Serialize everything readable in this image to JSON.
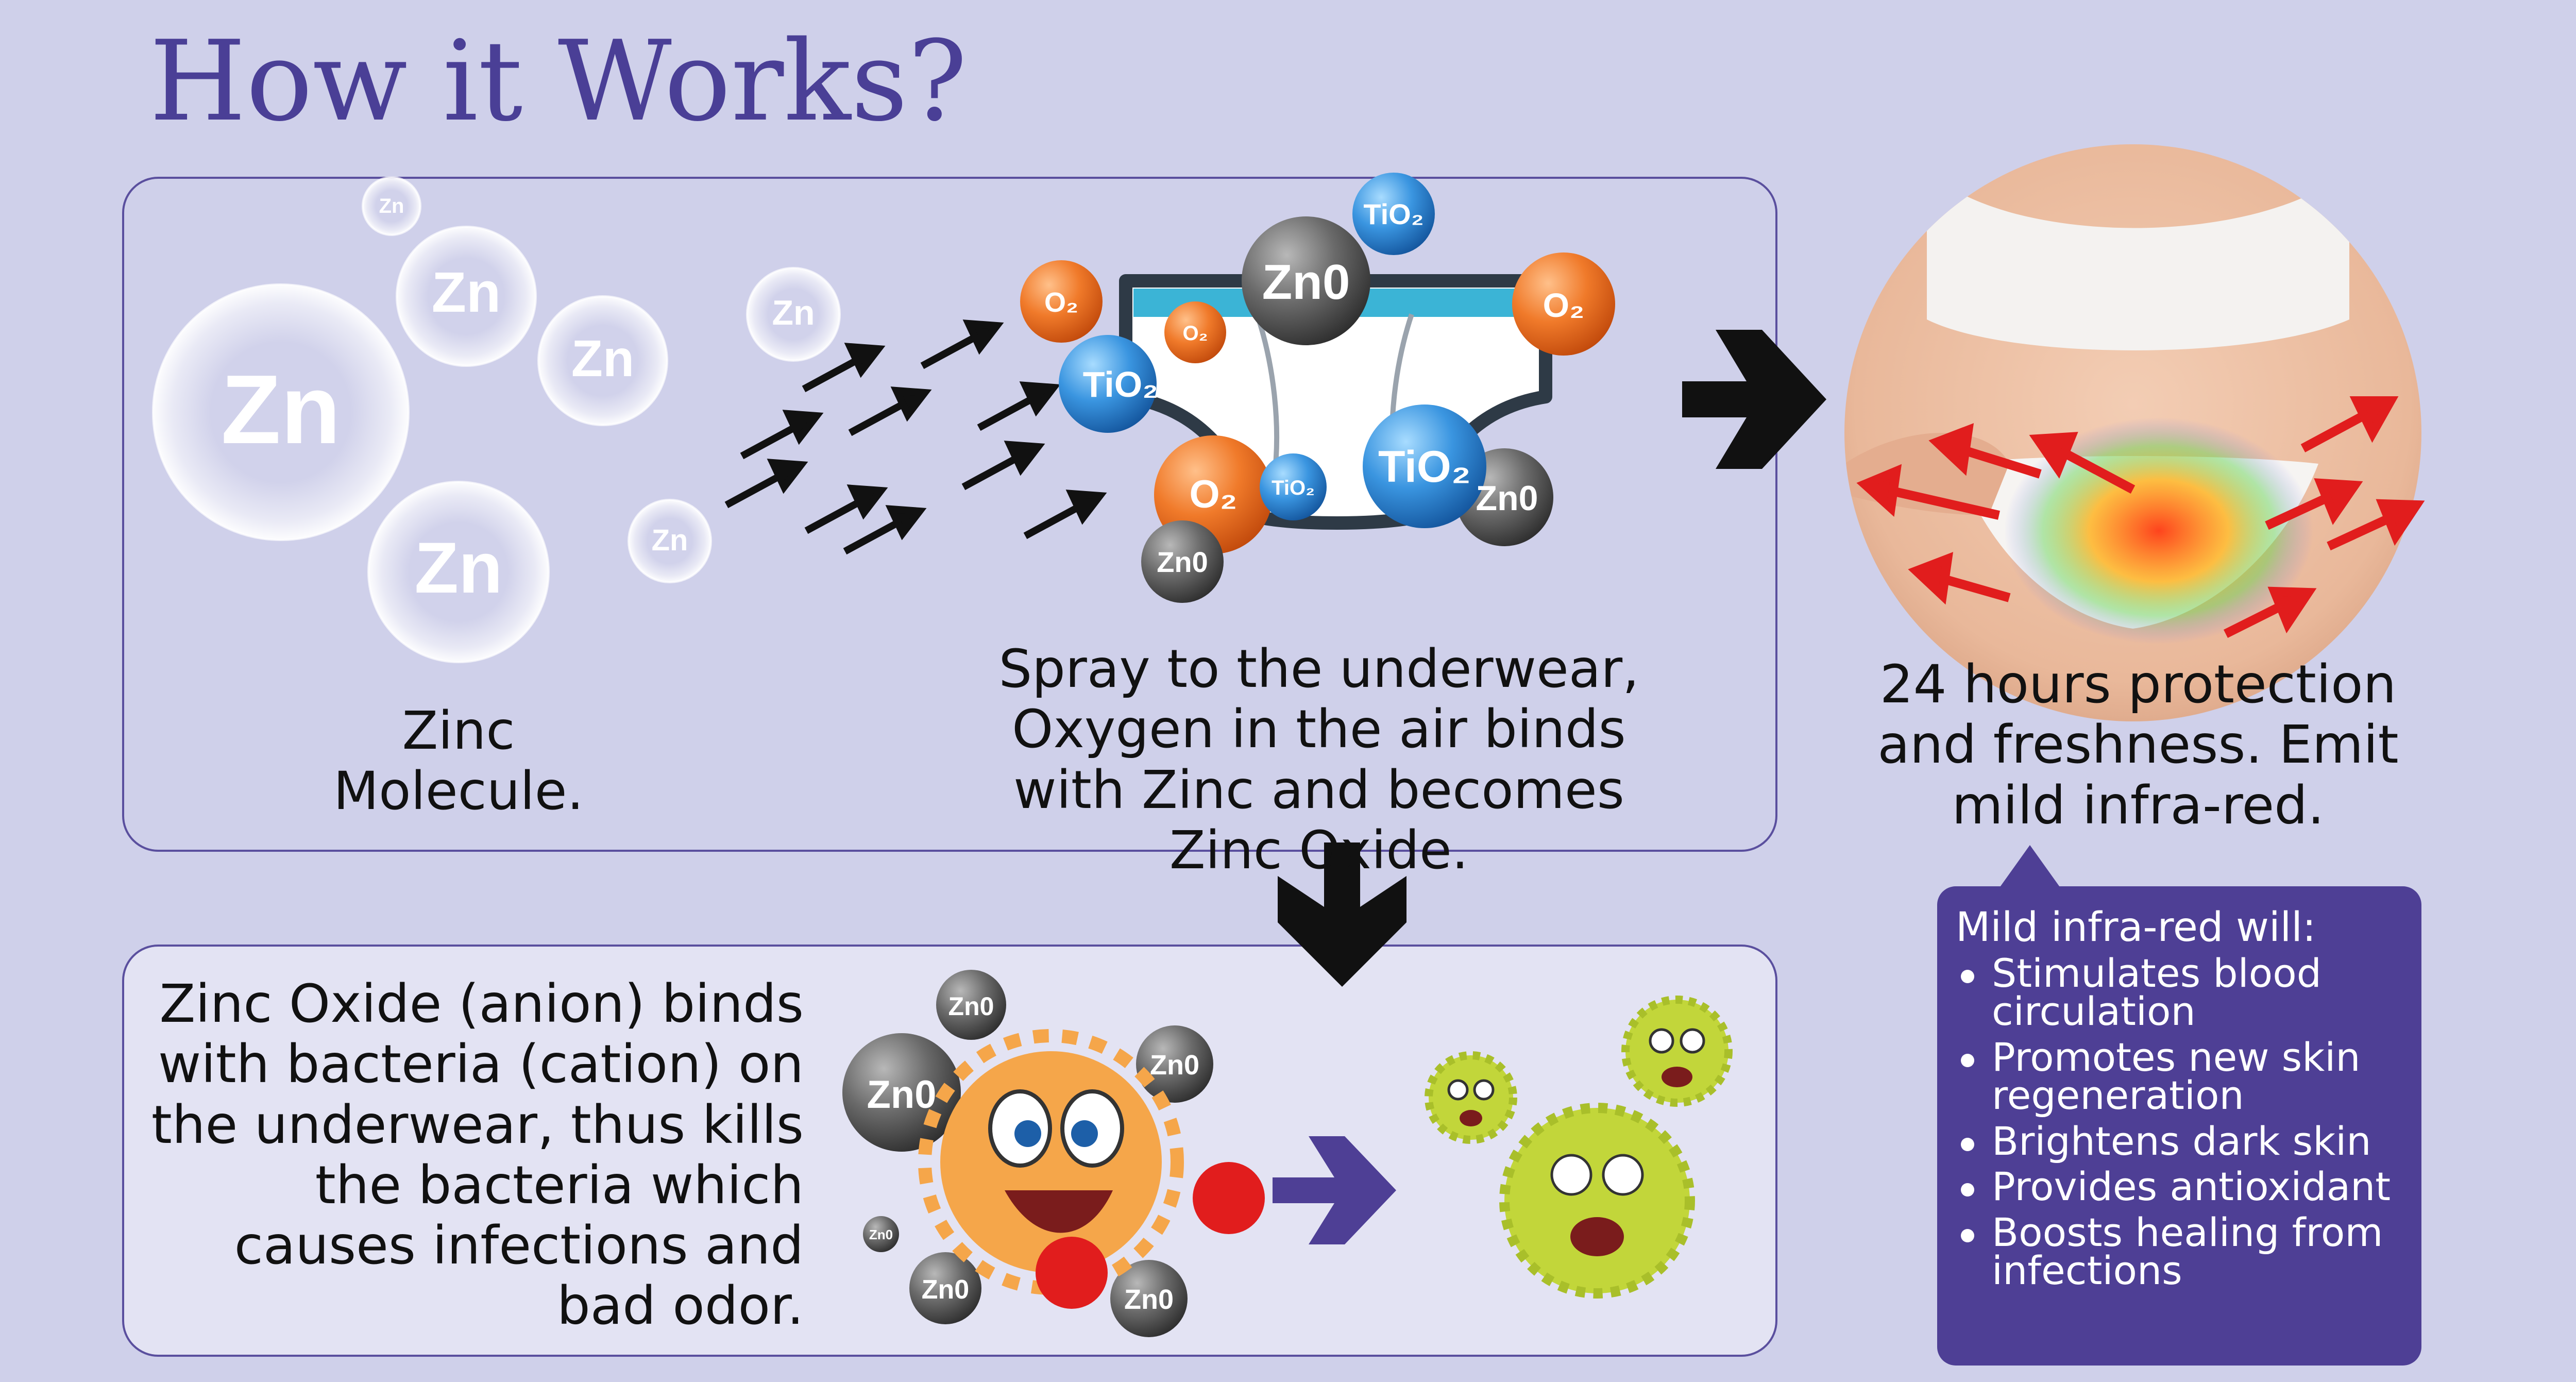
{
  "title": "How it Works?",
  "captions": {
    "zinc": "Zinc Molecule.",
    "spray": "Spray to the underwear, Oxygen in the air binds with Zinc and becomes Zinc Oxide.",
    "protection": "24 hours protection and freshness. Emit mild infra-red.",
    "binding": "Zinc Oxide (anion) binds with bacteria (cation) on the underwear, thus kills the bacteria which causes infections and bad odor."
  },
  "molecule_labels": {
    "zinc": "Zn",
    "zinc_oxide": "Zn0",
    "oxygen": "O₂",
    "titanium_dioxide": "TiO₂"
  },
  "infobox": {
    "heading": "Mild infra-red will:",
    "items": [
      "Stimulates blood circulation",
      "Promotes new skin regeneration",
      "Brightens dark skin",
      "Provides antioxidant",
      "Boosts healing from infections"
    ]
  },
  "colors": {
    "background": "#cfd0ea",
    "accent": "#4a3f96",
    "infobox": "#4e3f95",
    "zinc_oxide_ball": "#4a4a4a",
    "oxygen_ball": "#e8651e",
    "titanium_ball": "#2f86d6",
    "infrared_arrow": "#e11d1d",
    "bacteria": "#c2d63a",
    "hero_cell": "#f5a64a"
  },
  "icons": [
    "zinc-bubble-icon",
    "arrow-icon",
    "underwear-icon",
    "molecule-ball-icon",
    "body-photo",
    "bacteria-icon",
    "boxing-glove-icon"
  ]
}
